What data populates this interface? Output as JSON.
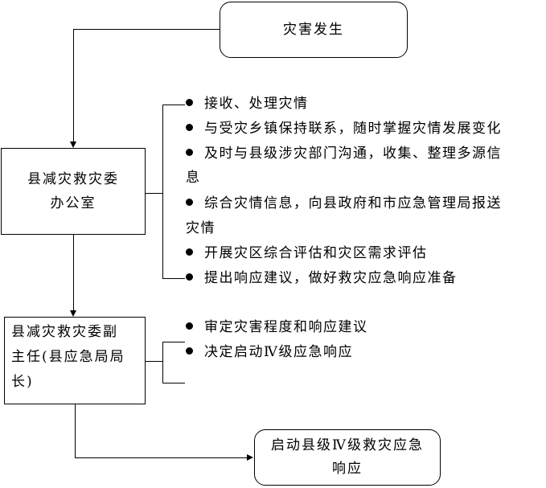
{
  "nodes": {
    "disaster": "灾害发生",
    "office_line1": "县减灾救灾委",
    "office_line2": "办公室",
    "director_line1": "县减灾救灾委副",
    "director_line2": "主任(县应急局局",
    "director_line3": "长)",
    "launch_line1": "启动县级Ⅳ级救灾应急",
    "launch_line2": "响应"
  },
  "office_tasks": [
    "接收、处理灾情",
    "与受灾乡镇保持联系，随时掌握灾情发展变化",
    "及时与县级涉灾部门沟通，收集、整理多源信",
    "息",
    "综合灾情信息，向县政府和市应急管理局报送",
    "灾情",
    "开展灾区综合评估和灾区需求评估",
    "提出响应建议，做好救灾应急响应准备"
  ],
  "director_tasks": [
    "审定灾害程度和响应建议",
    "决定启动Ⅳ级应急响应"
  ]
}
